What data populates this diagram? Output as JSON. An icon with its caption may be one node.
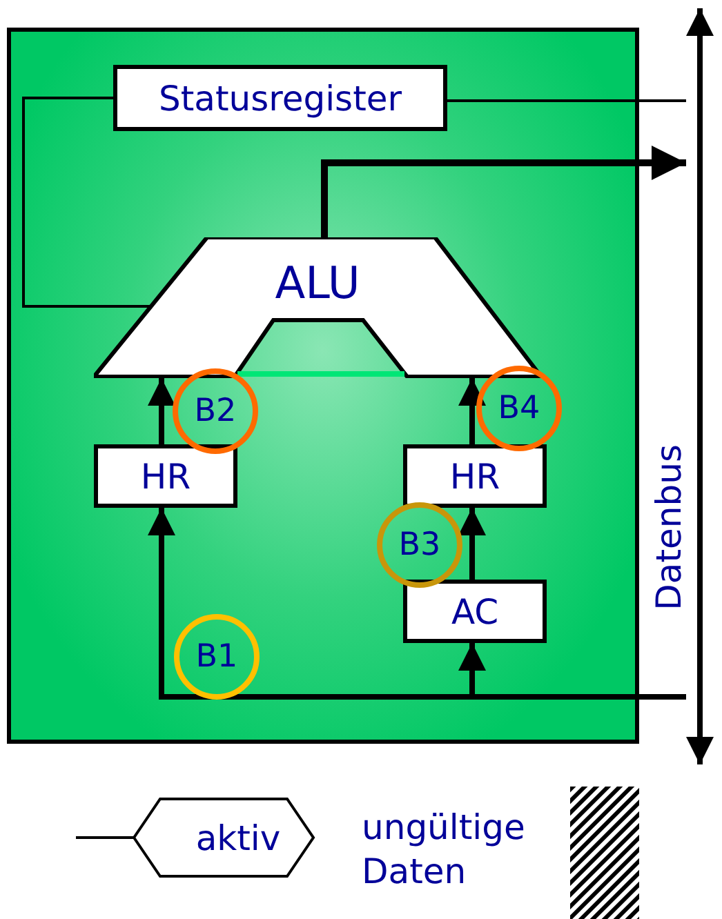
{
  "diagram": {
    "nodes": [
      {
        "text": [
          "Statusregister"
        ]
      },
      {
        "text": [
          "ALU"
        ]
      },
      {
        "text": [
          "HR"
        ]
      },
      {
        "text": [
          "HR"
        ]
      },
      {
        "text": [
          "AC"
        ]
      },
      {
        "text": [],
        "shape": "bar",
        "beside": [
          "Datenbus"
        ]
      },
      {
        "text": [
          "B2"
        ]
      },
      {
        "text": [
          "B4"
        ]
      },
      {
        "text": [
          "B3"
        ]
      },
      {
        "text": [
          "B1"
        ]
      }
    ],
    "edges": [
      {
        "from": 1,
        "to": 5,
        "arrow": "to"
      },
      {
        "from": 0,
        "to": 1,
        "arrow": "none"
      },
      {
        "from": 0,
        "to": 5,
        "arrow": "none"
      },
      {
        "from": 5,
        "to": 2,
        "arrow": "to"
      },
      {
        "from": 5,
        "to": 4,
        "arrow": "to"
      },
      {
        "from": 4,
        "to": 3,
        "arrow": "to"
      },
      {
        "from": 2,
        "to": 1,
        "arrow": "to"
      },
      {
        "from": 3,
        "to": 1,
        "arrow": "to"
      }
    ],
    "legend": [
      {
        "text": "aktiv"
      },
      {
        "text": "ungültige Daten"
      }
    ]
  }
}
